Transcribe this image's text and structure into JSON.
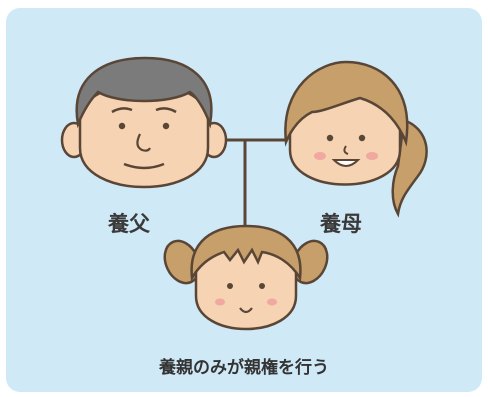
{
  "diagram": {
    "adoptive_father_label": "養父",
    "adoptive_mother_label": "養母",
    "caption": "養親のみが親権を行う"
  },
  "colors": {
    "background_panel": "#cfe9f7",
    "skin": "#f6d3b3",
    "father_hair": "#7b7b7b",
    "mother_hair": "#c79f6b",
    "child_hair": "#c79f6b",
    "outline": "#5a4636",
    "cheek": "#f0a8a0",
    "line": "#5a4636"
  }
}
